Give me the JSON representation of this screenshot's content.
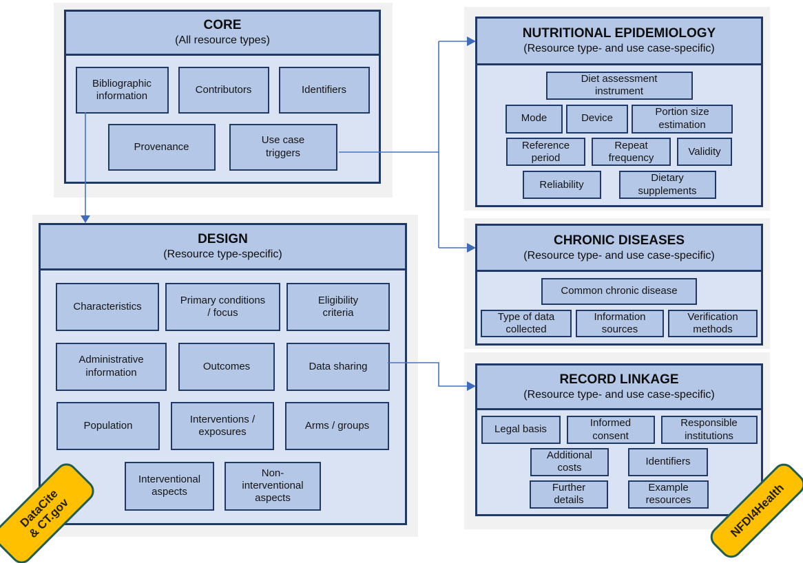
{
  "modules": {
    "core": {
      "title": "CORE",
      "subtitle": "(All resource types)",
      "rows": [
        [
          "Bibliographic information",
          "Contributors",
          "Identifiers"
        ],
        [
          "Provenance",
          "Use case triggers"
        ]
      ]
    },
    "design": {
      "title": "DESIGN",
      "subtitle": "(Resource type-specific)",
      "rows": [
        [
          "Characteristics",
          "Primary conditions / focus",
          "Eligibility criteria"
        ],
        [
          "Administrative information",
          "Outcomes",
          "Data sharing"
        ],
        [
          "Population",
          "Interventions / exposures",
          "Arms / groups"
        ],
        [
          "Interventional aspects",
          "Non-interventional aspects"
        ]
      ]
    },
    "nutritional_epidemiology": {
      "title": "NUTRITIONAL EPIDEMIOLOGY",
      "subtitle": "(Resource type- and use case-specific)",
      "rows": [
        [
          "Diet assessment instrument"
        ],
        [
          "Mode",
          "Device",
          "Portion size estimation"
        ],
        [
          "Reference period",
          "Repeat frequency",
          "Validity"
        ],
        [
          "Reliability",
          "Dietary supplements"
        ]
      ]
    },
    "chronic_diseases": {
      "title": "CHRONIC DISEASES",
      "subtitle": "(Resource type- and use case-specific)",
      "rows": [
        [
          "Common chronic disease"
        ],
        [
          "Type of data collected",
          "Information sources",
          "Verification methods"
        ]
      ]
    },
    "record_linkage": {
      "title": "RECORD LINKAGE",
      "subtitle": "(Resource type- and use case-specific)",
      "rows": [
        [
          "Legal basis",
          "Informed consent",
          "Responsible institutions"
        ],
        [
          "Additional costs",
          "Identifiers"
        ],
        [
          "Further details",
          "Example resources"
        ]
      ]
    }
  },
  "badges": {
    "datacite": {
      "line1": "DataCite",
      "line2": "& CT.gov"
    },
    "nfdi4health": {
      "label": "NFDI4Health"
    }
  },
  "colors": {
    "box_fill": "#b4c7e7",
    "body_fill": "#dae3f3",
    "border_navy": "#1f3864",
    "panel_gray": "#f1f1f2",
    "connector_blue": "#4472c4",
    "badge_fill": "#ffc000",
    "badge_border": "#215e50"
  }
}
